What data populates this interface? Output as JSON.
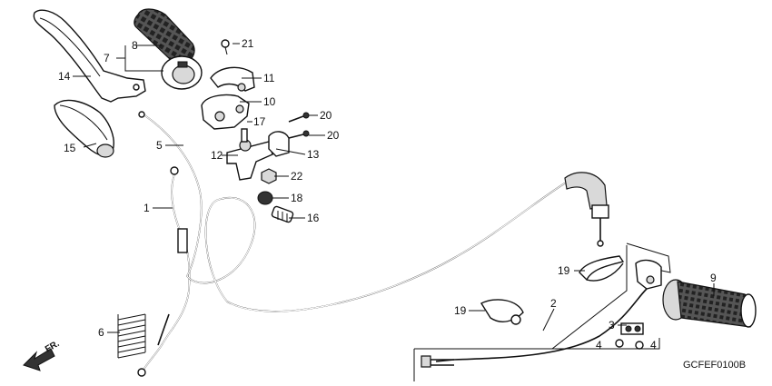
{
  "figure_code": "GCFEF0100B",
  "direction_label": "FR.",
  "callouts": {
    "c1": "1",
    "c2": "2",
    "c3": "3",
    "c4a": "4",
    "c4b": "4",
    "c5": "5",
    "c6": "6",
    "c7": "7",
    "c8": "8",
    "c9": "9",
    "c10": "10",
    "c11": "11",
    "c12": "12",
    "c13": "13",
    "c14": "14",
    "c15": "15",
    "c16": "16",
    "c17": "17",
    "c18": "18",
    "c19a": "19",
    "c19b": "19",
    "c20a": "20",
    "c20b": "20",
    "c21": "21",
    "c22": "22"
  }
}
